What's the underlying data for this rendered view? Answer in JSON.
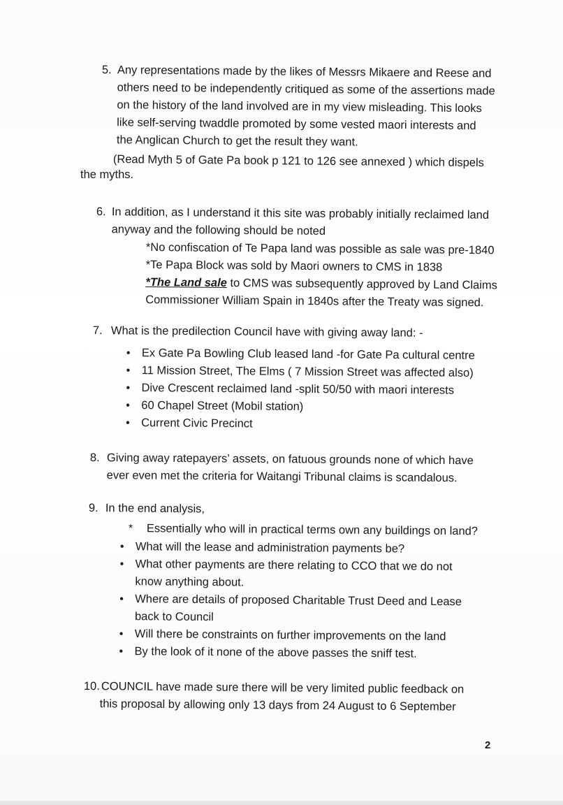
{
  "p5": {
    "number": "5.",
    "lines": [
      "Any representations made by the likes of Messrs Mikaere and Reese and",
      "others need to be independently critiqued as some of the assertions made",
      "on the history of the land involved are in my view misleading. This looks",
      "like self-serving twaddle promoted by some vested maori interests and",
      "the Anglican Church to get the result  they want."
    ],
    "extra_line_1": "(Read Myth 5 of Gate Pa book p 121 to 126 see annexed ) which dispels",
    "extra_line_2": "the myths."
  },
  "p6": {
    "number": "6.",
    "lines": [
      "In addition, as I understand it this site was probably initially reclaimed land",
      "anyway and the following should be noted"
    ],
    "notes": [
      "*No confiscation of Te Papa land was possible as sale was pre-1840",
      "*Te Papa Block was sold by Maori owners to CMS in 1838"
    ],
    "land_sale_emph": "*The Land sale",
    "land_sale_rest": " to CMS was subsequently approved by Land Claims",
    "land_sale_line2": "Commissioner William Spain in 1840s after the Treaty was signed."
  },
  "p7": {
    "number": "7.",
    "line": "What is the predilection Council have with giving away land: -",
    "bullet_char": "•",
    "bullets": [
      "Ex Gate Pa Bowling Club leased land -for Gate Pa cultural centre",
      "11 Mission Street, The Elms ( 7 Mission Street was affected also)",
      "Dive Crescent reclaimed land -split 50/50 with maori interests",
      "60 Chapel Street (Mobil station)",
      "Current Civic Precinct"
    ]
  },
  "p8": {
    "number": "8.",
    "lines": [
      "Giving away ratepayers’ assets, on fatuous grounds none of which have",
      "ever even met the criteria for Waitangi Tribunal claims is scandalous."
    ]
  },
  "p9": {
    "number": "9.",
    "line": "In the end analysis,",
    "star_char": "*",
    "star_item": "Essentially who will in practical terms own any buildings on land?",
    "bullet_char": "•",
    "bullets": [
      {
        "l1": "What will the lease and administration payments be?",
        "l2": ""
      },
      {
        "l1": "What other payments are there relating to CCO that we do not",
        "l2": "know anything about."
      },
      {
        "l1": "Where are details of proposed Charitable Trust Deed and Lease",
        "l2": "back to Council"
      },
      {
        "l1": "Will there be constraints on further improvements on the land",
        "l2": ""
      },
      {
        "l1": "By the look of it none of the above passes the sniff test.",
        "l2": ""
      }
    ]
  },
  "p10": {
    "number": "10.",
    "lines": [
      "COUNCIL have made sure there will be very limited public feedback on",
      "this proposal by allowing only 13 days from 24 August to 6 September"
    ]
  },
  "page_number": "2"
}
